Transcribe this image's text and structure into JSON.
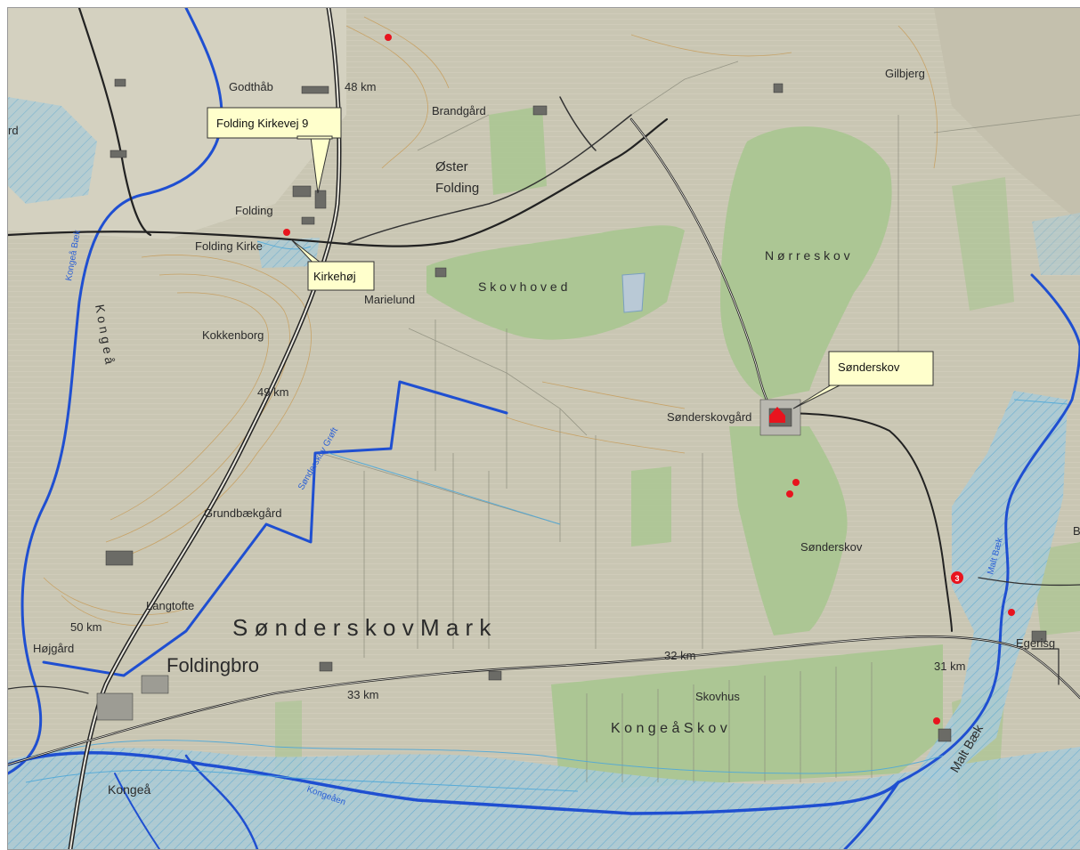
{
  "map": {
    "callouts": [
      {
        "id": "folding-kirkevej",
        "text": "Folding Kirkevej 9"
      },
      {
        "id": "kirkehoj",
        "text": "Kirkehøj"
      },
      {
        "id": "sonderskov",
        "text": "Sønderskov"
      }
    ],
    "places": {
      "godthab": "Godthåb",
      "km48": "48 km",
      "brandgard": "Brandgård",
      "gilbjerg": "Gilbjerg",
      "oster": "Øster",
      "folding_sub": "Folding",
      "folding": "Folding",
      "folding_kirke": "Folding Kirke",
      "rd": "rd",
      "norreskov": "N ø r r e s k o v",
      "marielund": "Marielund",
      "skovhoved": "S k o v h o v e d",
      "kokkenborg": "Kokkenborg",
      "km49": "49 km",
      "sonderskovgard": "Sønderskovgård",
      "sonderskov_grofte": "Sønderskov Grøft",
      "grundbaekgard": "Grundbækgård",
      "sonderskov_forest": "Sønderskov",
      "km50": "50 km",
      "langtofte": "Langtofte",
      "hojgard": "Højgård",
      "foldingbro": "Foldingbro",
      "sonderskov_mark": "S ø n d e r s k o v   M a r k",
      "km32": "32 km",
      "km33": "33 km",
      "km31": "31 km",
      "skovhus": "Skovhus",
      "kongea_skov": "K o n g e å   S k o v",
      "kongea": "Kongeå",
      "kongeaen": "Kongeåen",
      "kongea_left": "K o n g e å",
      "malt_baek": "Malt Bæk",
      "malt_baek_2": "Malt Bæk",
      "egerisg": "Egerisg",
      "kongea_baek": "Kongeå Bæk",
      "b": "B",
      "num3": "3"
    },
    "colors": {
      "terrain": "#cfcbb9",
      "forest": "#a9c590",
      "water": "#1f4fd1",
      "floodzone": "#8fc4df",
      "road": "#2a2a2a",
      "site": "#e8141e",
      "callout": "#ffffcc"
    }
  }
}
